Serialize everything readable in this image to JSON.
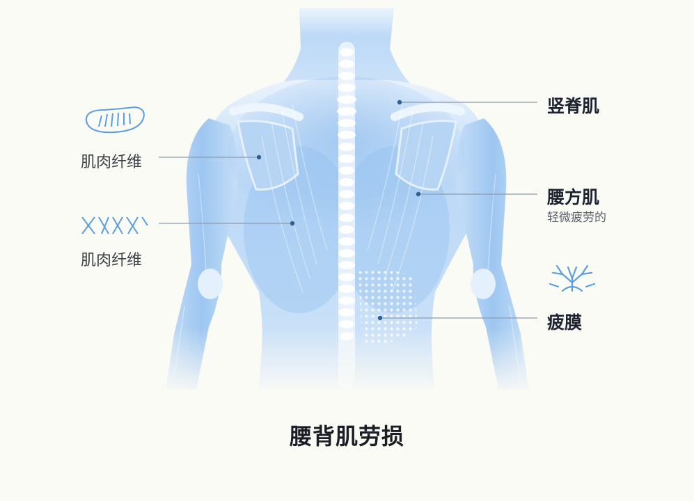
{
  "diagram": {
    "caption": "腰背肌劳损",
    "labels": {
      "erector_spinae": "竖脊肌",
      "muscle_fiber_1": "肌肉纤维",
      "muscle_fiber_2": "肌肉纤维",
      "quadratus_lumborum": "腰方肌",
      "quadratus_lumborum_note": "轻微疲劳的",
      "fascia": "疲膜"
    },
    "icons": {
      "fiber_bundle": "fiber-bundle-icon",
      "fiber_strands": "fiber-strands-icon",
      "fascia_branch": "fascia-branch-icon"
    },
    "colors": {
      "body_light": "#d6e8fb",
      "body_mid": "#a9cdf3",
      "body_deep": "#6fa8e6",
      "pointer_line": "#8a9bb0",
      "pointer_dot": "#2f5f97",
      "icon_blue": "#5a9ee0"
    }
  }
}
